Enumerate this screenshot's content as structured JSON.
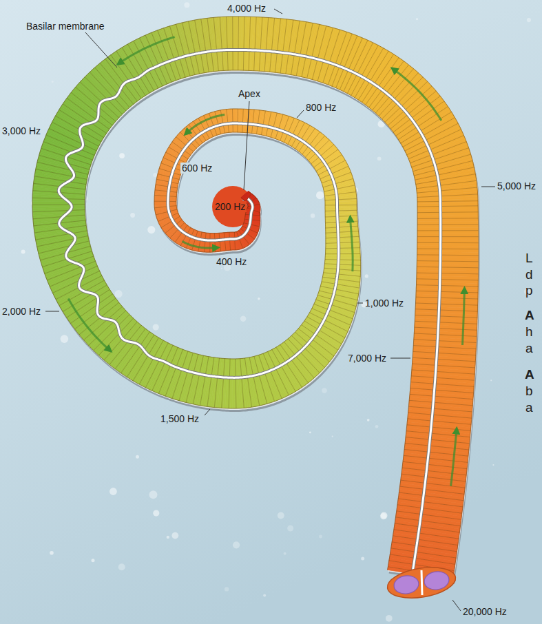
{
  "diagram": {
    "labels": [
      "Basilar membrane",
      "4,000 Hz",
      "3,000 Hz",
      "Apex",
      "800 Hz",
      "600 Hz",
      "200 Hz",
      "5,000 Hz",
      "1,000 Hz",
      "400 Hz",
      "2,000 Hz",
      "7,000 Hz",
      "1,500 Hz",
      "20,000 Hz",
      "L",
      "d",
      "p",
      "A",
      "h",
      "a",
      "A",
      "b",
      "a"
    ]
  }
}
